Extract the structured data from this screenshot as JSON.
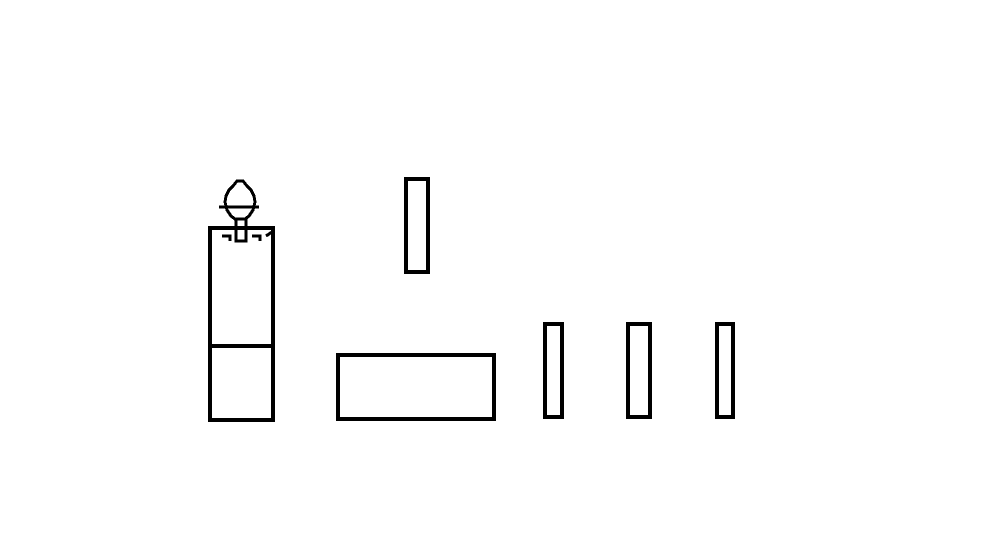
{
  "scene": {
    "background_color": "#ffffff",
    "stroke_color": "#000000",
    "character": {
      "kind": "stick-figure-player",
      "state": "standing-on-block"
    },
    "blocks": [
      {
        "id": "tall-block-left",
        "kind": "stacked-tower"
      },
      {
        "id": "floating-block",
        "kind": "tall-narrow"
      },
      {
        "id": "wide-block",
        "kind": "wide-flat"
      },
      {
        "id": "pillar-1",
        "kind": "narrow-pillar"
      },
      {
        "id": "pillar-2",
        "kind": "narrow-pillar"
      },
      {
        "id": "pillar-3",
        "kind": "narrow-pillar"
      }
    ]
  }
}
